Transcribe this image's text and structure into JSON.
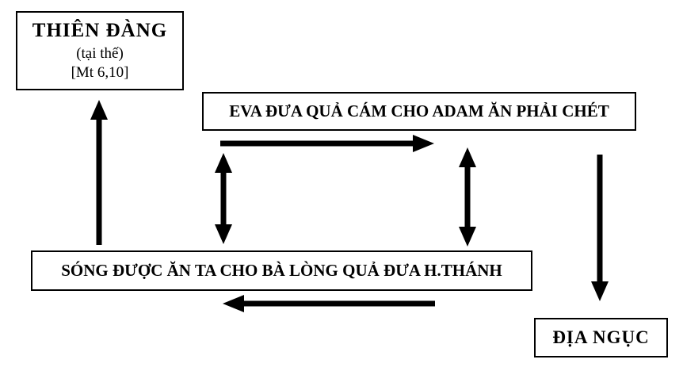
{
  "diagram": {
    "heaven_box": {
      "title": "THIÊN ĐÀNG",
      "subtitle": "(tại thế)",
      "reference": "[Mt 6,10]"
    },
    "eva_box": {
      "label": "EVA ĐƯA QUẢ CÁM CHO ADAM ĂN PHẢI CHÉT"
    },
    "song_box": {
      "label": "SÓNG ĐƯỢC ĂN TA CHO BÀ LÒNG QUẢ ĐƯA H.THÁNH"
    },
    "hell_box": {
      "label": "ĐỊA NGỤC"
    },
    "arrows": [
      {
        "name": "arrow-up-song-to-heaven",
        "direction": "up",
        "from": "song_box",
        "to": "heaven_box"
      },
      {
        "name": "arrow-right-under-eva",
        "direction": "right",
        "from": "song_box-column",
        "to": "eva_box-column"
      },
      {
        "name": "arrow-double-left",
        "direction": "both-vertical",
        "between": [
          "eva_box",
          "song_box"
        ]
      },
      {
        "name": "arrow-double-right",
        "direction": "both-vertical",
        "between": [
          "eva_box",
          "song_box"
        ]
      },
      {
        "name": "arrow-down-eva-to-hell",
        "direction": "down",
        "from": "eva_box",
        "to": "hell_box"
      },
      {
        "name": "arrow-left-under-song",
        "direction": "left",
        "from": "eva_box-column",
        "to": "song_box-column"
      }
    ]
  },
  "colors": {
    "foreground": "#000000",
    "background": "#ffffff"
  }
}
